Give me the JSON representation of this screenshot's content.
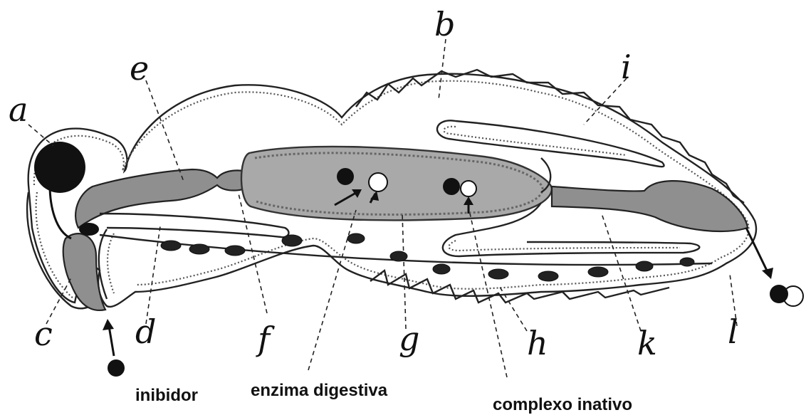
{
  "labels": {
    "a": "a",
    "b": "b",
    "c": "c",
    "d": "d",
    "e": "e",
    "f": "f",
    "g": "g",
    "h": "h",
    "i": "i",
    "k": "k",
    "l": "l"
  },
  "captions": {
    "inhibitor": "inibidor",
    "digestive_enzyme": "enzima digestiva",
    "inactive_complex": "complexo inativo"
  },
  "colors": {
    "organ_fill": "#8f8f8f",
    "midgut_fill": "#a9a9a9",
    "ink": "#111111"
  }
}
